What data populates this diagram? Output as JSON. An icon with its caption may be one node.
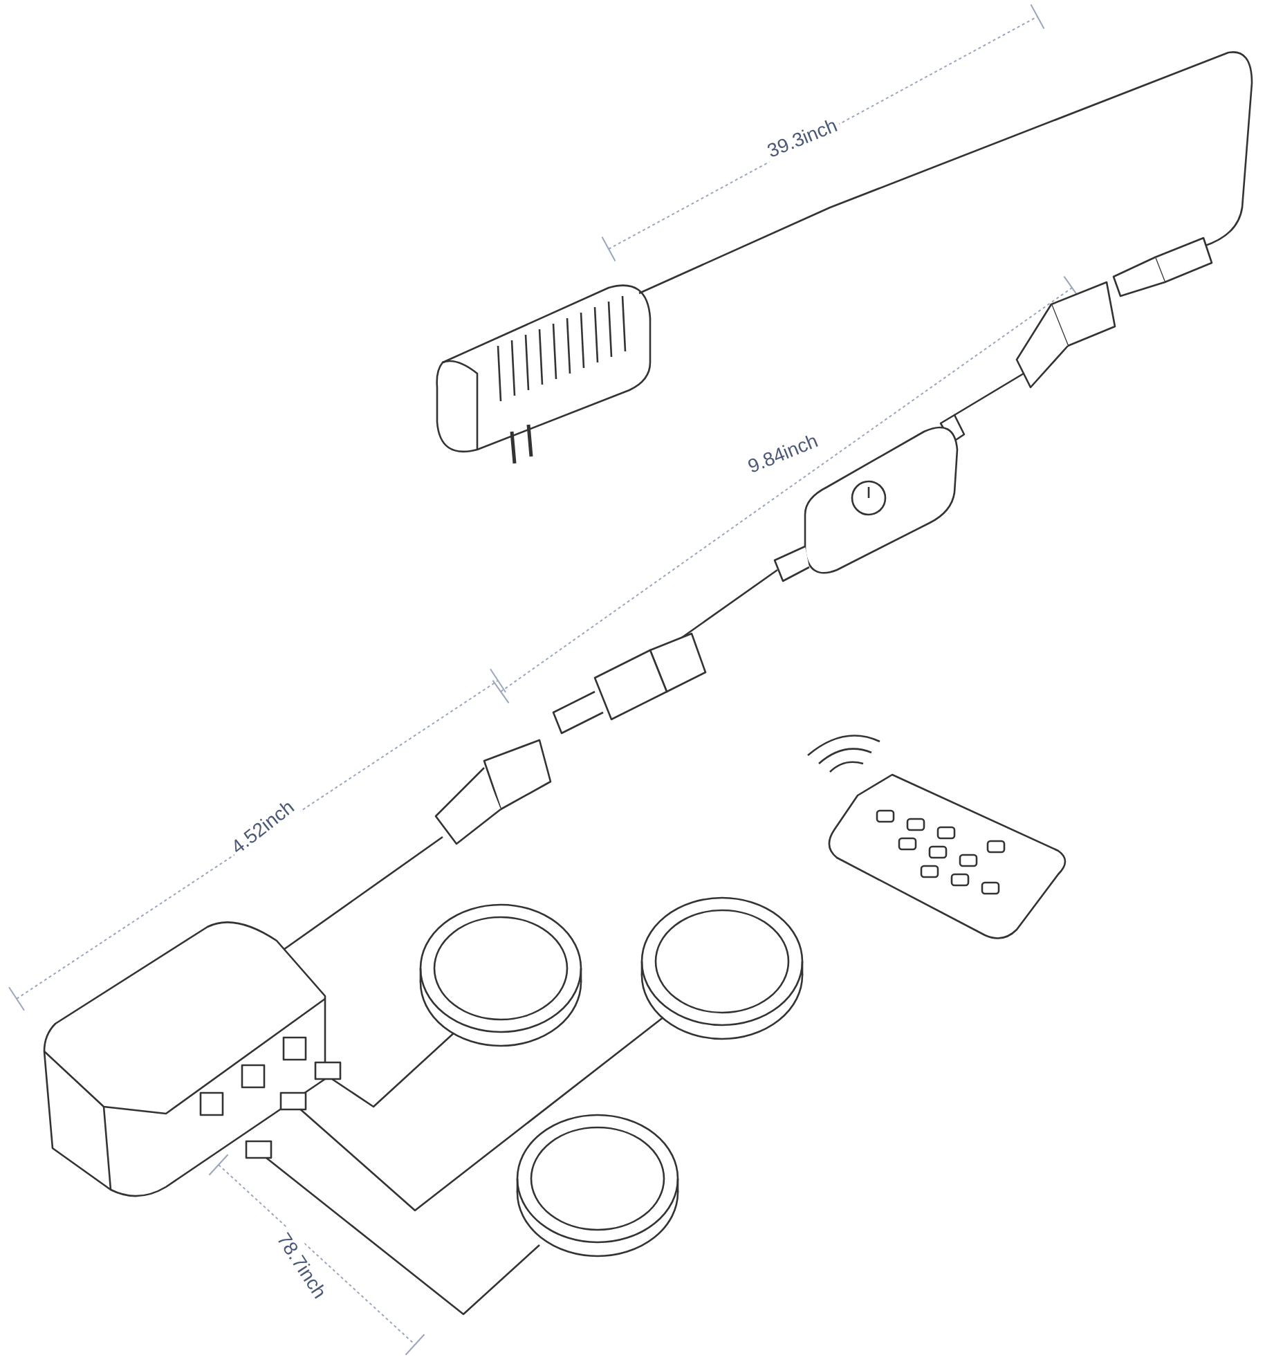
{
  "diagram": {
    "labels": [
      "39.3inch",
      "9.84inch",
      "4.52inch",
      "78.7inch"
    ]
  }
}
